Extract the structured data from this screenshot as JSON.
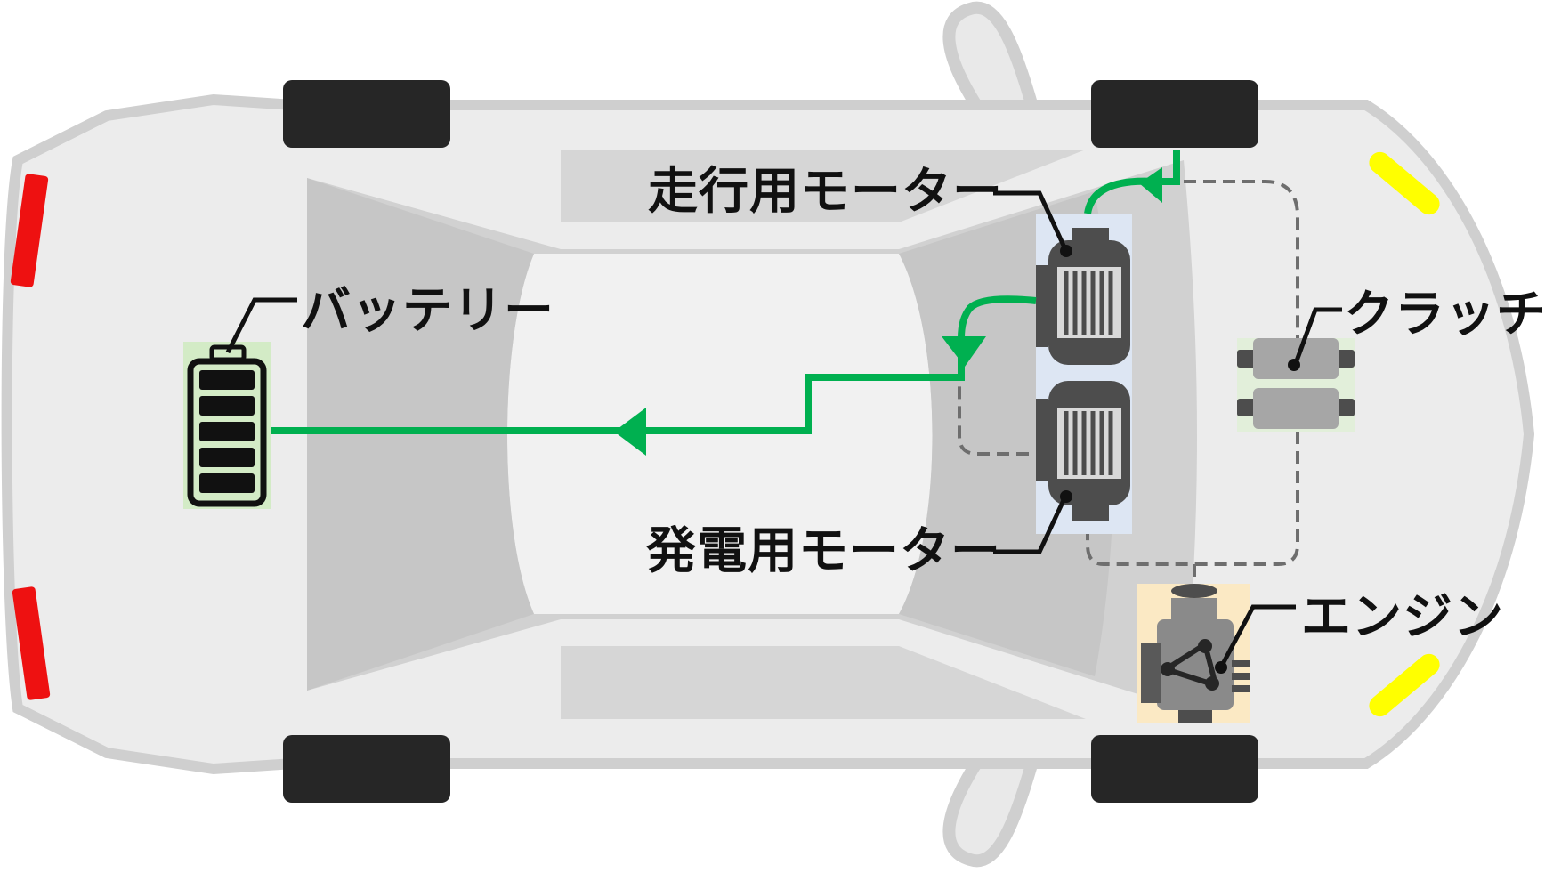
{
  "labels": {
    "drive_motor": "走行用モーター",
    "battery": "バッテリー",
    "clutch": "クラッチ",
    "generator_motor": "発電用モーター",
    "engine": "エンジン"
  },
  "colors": {
    "car_body": "#e6e6e6",
    "car_outline": "#cfcfcf",
    "glass": "#c8c8c8",
    "tire": "#262626",
    "tail_light": "#ee1111",
    "head_light": "#ffff00",
    "energy_flow": "#00b050",
    "connector": "#6e6e6e",
    "leader_line": "#111111",
    "motor_bg": "#dde6f3",
    "battery_bg": "#d3ebc6",
    "clutch_bg": "#e2efda",
    "engine_bg": "#fbe9c4"
  },
  "icons": {
    "battery": "battery-icon",
    "drive_motor": "motor-icon",
    "generator_motor": "motor-icon",
    "clutch": "clutch-icon",
    "engine": "engine-icon"
  }
}
